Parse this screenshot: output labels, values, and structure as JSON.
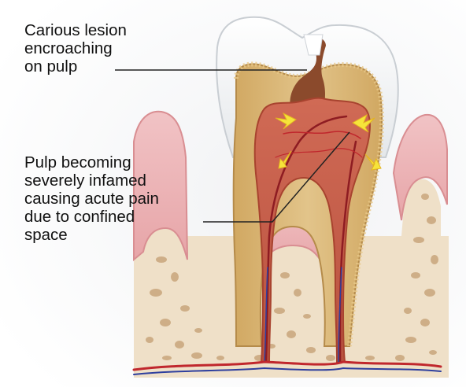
{
  "annotations": {
    "carious_lesion": {
      "lines": [
        "Carious lesion",
        "encroaching",
        "on pulp"
      ]
    },
    "pulp_inflamed": {
      "lines": [
        "Pulp becoming",
        "severely infamed",
        "causing acute pain",
        "due to confined",
        "space"
      ]
    }
  },
  "colors": {
    "enamel": "#f2f4f6",
    "dentin": "#dcb877",
    "pulp": "#c8614c",
    "gum": "#e8a9ac",
    "bone": "#efe0c8",
    "bone_pore": "#c9a67c",
    "vessel_red": "#c0272d",
    "vessel_blue": "#2e3f9e",
    "arrow": "#f6e43a",
    "leader_line": "#222222"
  }
}
